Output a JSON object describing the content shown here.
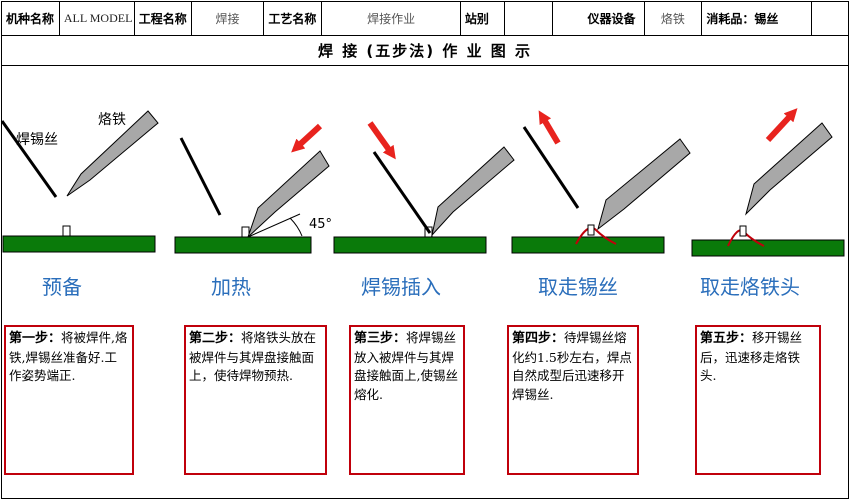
{
  "header": {
    "cells": [
      {
        "kind": "label",
        "text": "机种名称"
      },
      {
        "kind": "value",
        "text": "ALL MODEL"
      },
      {
        "kind": "label",
        "text": "工程名称"
      },
      {
        "kind": "value",
        "text": "焊接"
      },
      {
        "kind": "label",
        "text": "工艺名称"
      },
      {
        "kind": "value",
        "text": "焊接作业"
      },
      {
        "kind": "label",
        "text": "站别"
      },
      {
        "kind": "value",
        "text": ""
      },
      {
        "kind": "label",
        "text": "仪器设备"
      },
      {
        "kind": "value",
        "text": "烙铁"
      },
      {
        "kind": "label",
        "text": "消耗品：锡丝"
      },
      {
        "kind": "value",
        "text": ""
      }
    ]
  },
  "title": "焊 接 (五步法) 作 业 图 示",
  "diagram": {
    "label_solder_wire": "焊锡丝",
    "label_iron": "烙铁",
    "angle_label": "45°"
  },
  "colors": {
    "board": "#0a7a0a",
    "iron": "#a8a8a8",
    "arrow": "#e8231e",
    "solder": "#c0000b",
    "step_title": "#2a6ebb",
    "box_border": "#c0000b"
  },
  "steps": [
    {
      "title": "预备",
      "head": "第一步：",
      "text": "将被焊件,烙铁,焊锡丝准备好.工作姿势端正."
    },
    {
      "title": "加热",
      "head": "第二步：",
      "text": "将烙铁头放在被焊件与其焊盘接触面上，使待焊物预热."
    },
    {
      "title": "焊锡插入",
      "head": "第三步：",
      "text": "将焊锡丝放入被焊件与其焊盘接触面上,使锡丝熔化."
    },
    {
      "title": "取走锡丝",
      "head": "第四步：",
      "text": "待焊锡丝熔化约1.5秒左右，焊点自然成型后迅速移开焊锡丝."
    },
    {
      "title": "取走烙铁头",
      "head": "第五步：",
      "text": "移开锡丝后，迅速移走烙铁头."
    }
  ]
}
